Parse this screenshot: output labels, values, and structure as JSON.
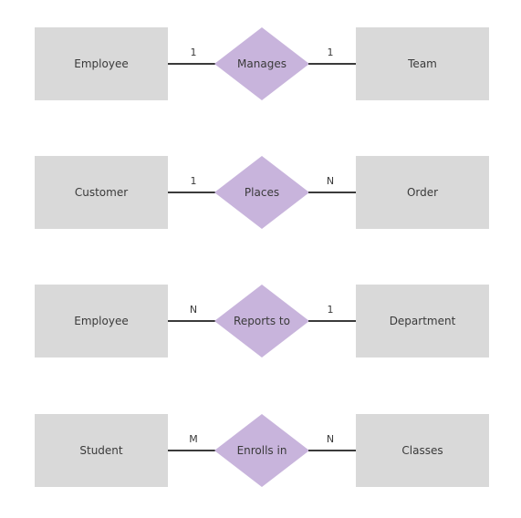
{
  "colors": {
    "entity_fill": "#d9d9d9",
    "relationship_fill": "#c8b4dc",
    "line": "#3a3a3a",
    "text": "#3a3a3a"
  },
  "relationships": [
    {
      "left_entity": "Employee",
      "left_cardinality": "1",
      "relationship": "Manages",
      "right_cardinality": "1",
      "right_entity": "Team"
    },
    {
      "left_entity": "Customer",
      "left_cardinality": "1",
      "relationship": "Places",
      "right_cardinality": "N",
      "right_entity": "Order"
    },
    {
      "left_entity": "Employee",
      "left_cardinality": "N",
      "relationship": "Reports to",
      "right_cardinality": "1",
      "right_entity": "Department"
    },
    {
      "left_entity": "Student",
      "left_cardinality": "M",
      "relationship": "Enrolls in",
      "right_cardinality": "N",
      "right_entity": "Classes"
    }
  ]
}
